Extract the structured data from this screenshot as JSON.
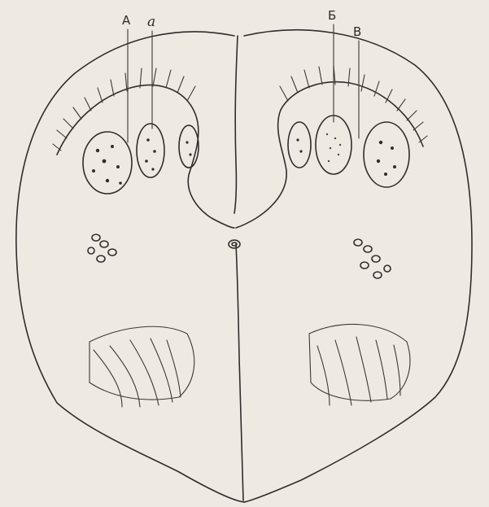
{
  "labels": {
    "A": "А",
    "a": "a",
    "B": "Б",
    "V": "В"
  },
  "colors": {
    "paper": "#eeeae2",
    "ink": "#2f2e2b"
  }
}
